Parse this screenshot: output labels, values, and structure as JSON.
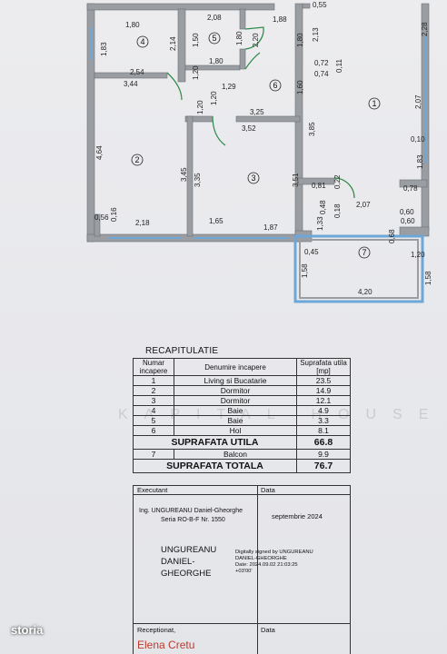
{
  "floorplan": {
    "dims": [
      "1,80",
      "2,08",
      "1,88",
      "0,55",
      "2,28",
      "1,83",
      "2,14",
      "1,50",
      "1,80",
      "2,20",
      "1,80",
      "2,13",
      "2,54",
      "1,80",
      "0,72",
      "0,74",
      "0,11",
      "3,44",
      "1,20",
      "1,29",
      "1,20",
      "1,20",
      "1,60",
      "2,07",
      "3,25",
      "3,52",
      "3,85",
      "0,10",
      "4,64",
      "3,45",
      "3,35",
      "3,51",
      "1,83",
      "0,81",
      "0,22",
      "0,78",
      "2,07",
      "0,60",
      "0,56",
      "0,16",
      "0,48",
      "2,18",
      "1,65",
      "1,87",
      "1,33",
      "0,18",
      "0,60",
      "0,68",
      "0,45",
      "1,20",
      "1,58",
      "1,58",
      "4,20"
    ],
    "rooms": [
      "1",
      "2",
      "3",
      "4",
      "5",
      "6",
      "7"
    ]
  },
  "recap": {
    "title": "RECAPITULATIE",
    "headers": [
      "Numar incapere",
      "Denumire incapere",
      "Suprafata utila [mp]"
    ],
    "rows": [
      [
        "1",
        "Living si Bucatarie",
        "23.5"
      ],
      [
        "2",
        "Dormitor",
        "14.9"
      ],
      [
        "3",
        "Dormitor",
        "12.1"
      ],
      [
        "4",
        "Baie",
        "4.9"
      ],
      [
        "5",
        "Baie",
        "3.3"
      ],
      [
        "6",
        "Hol",
        "8.1"
      ]
    ],
    "util_label": "SUPRAFATA UTILA",
    "util_value": "66.8",
    "balcon": [
      "7",
      "Balcon",
      "9.9"
    ],
    "total_label": "SUPRAFATA TOTALA",
    "total_value": "76.7"
  },
  "signature": {
    "executant_label": "Executant",
    "data_label": "Data",
    "engineer_line1": "Ing. UNGUREANU Daniel-Gheorghe",
    "engineer_line2": "Seria RO-B-F Nr. 1550",
    "date_value": "septembrie 2024",
    "name_line1": "UNGUREANU",
    "name_line2": "DANIEL-",
    "name_line3": "GHEORGHE",
    "digital1": "Digitally signed by UNGUREANU",
    "digital2": "DANIEL-GHEORGHE",
    "digital3": "Date: 2024.09.02 21:03:25",
    "digital4": "+03'00'",
    "receptionat_label": "Receptionat,",
    "data_label2": "Data",
    "receptionat_name": "Elena Cretu"
  },
  "watermark": "KAPITAL HOUSE",
  "logo": "storia"
}
